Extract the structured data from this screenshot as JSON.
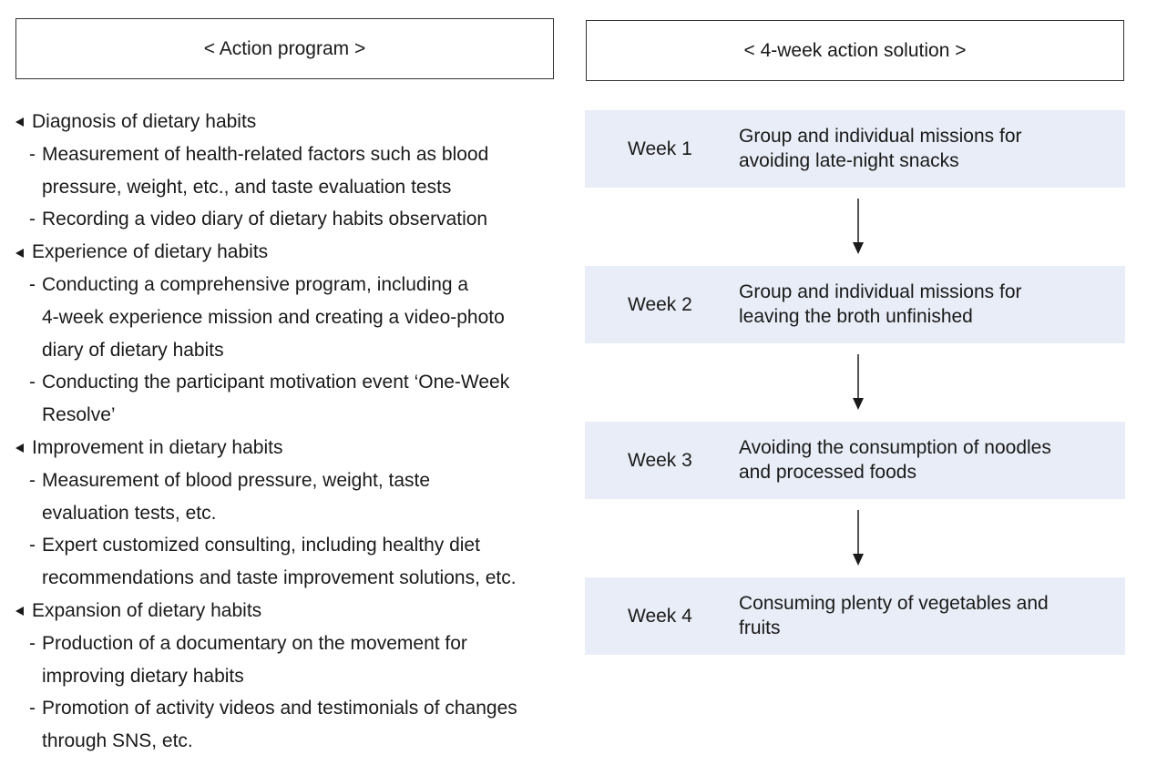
{
  "headers": {
    "left": "< Action program >",
    "right": "< 4-week action solution >"
  },
  "program": {
    "sections": [
      {
        "title": "Diagnosis of dietary habits",
        "items": [
          [
            "Measurement of health-related factors such as blood",
            "pressure, weight, etc., and taste evaluation tests"
          ],
          [
            "Recording a video diary of dietary habits observation"
          ]
        ]
      },
      {
        "title": "Experience of dietary habits",
        "items": [
          [
            "Conducting a comprehensive program, including a",
            "4-week experience mission and creating a video-photo",
            "diary of dietary habits"
          ],
          [
            "Conducting the participant motivation event ‘One-Week",
            "Resolve’"
          ]
        ]
      },
      {
        "title": "Improvement in dietary habits",
        "items": [
          [
            "Measurement of blood pressure, weight, taste",
            "evaluation tests, etc."
          ],
          [
            "Expert customized consulting, including healthy diet",
            "recommendations and taste improvement solutions, etc."
          ]
        ]
      },
      {
        "title": "Expansion of dietary habits",
        "items": [
          [
            "Production of a documentary on the movement for",
            "improving dietary habits"
          ],
          [
            "Promotion of activity videos and testimonials of changes",
            "through SNS, etc."
          ]
        ]
      }
    ]
  },
  "weeks": [
    {
      "label": "Week 1",
      "lines": [
        "Group and individual missions for",
        "avoiding late-night snacks"
      ]
    },
    {
      "label": "Week 2",
      "lines": [
        "Group and individual missions for",
        "leaving the broth unfinished"
      ]
    },
    {
      "label": "Week 3",
      "lines": [
        "Avoiding the consumption of noodles",
        "and processed foods"
      ]
    },
    {
      "label": "Week 4",
      "lines": [
        "Consuming plenty of vegetables and",
        "fruits"
      ]
    }
  ]
}
